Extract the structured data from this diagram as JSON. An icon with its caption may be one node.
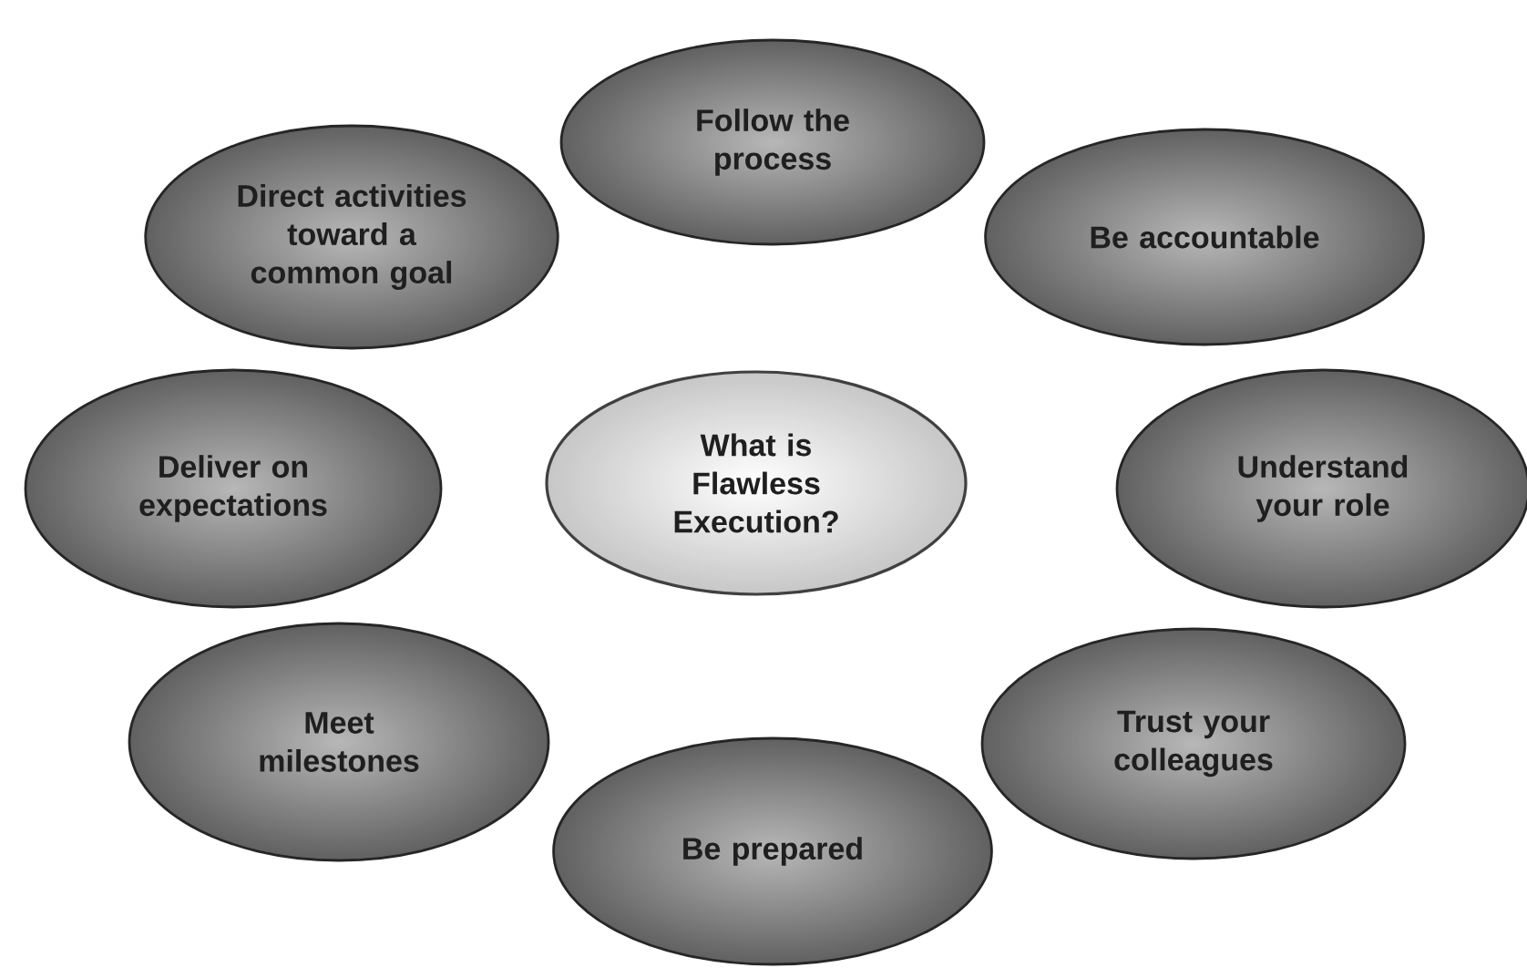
{
  "diagram": {
    "nodes": [
      {
        "text": [
          "What is Flawless Execution?"
        ]
      },
      {
        "text": [
          "Follow the process"
        ]
      },
      {
        "text": [
          "Be accountable"
        ]
      },
      {
        "text": [
          "Understand your role"
        ]
      },
      {
        "text": [
          "Trust your colleagues"
        ]
      },
      {
        "text": [
          "Be prepared"
        ]
      },
      {
        "text": [
          "Meet milestones"
        ]
      },
      {
        "text": [
          "Deliver on expectations"
        ]
      },
      {
        "text": [
          "Direct activities toward a common goal"
        ]
      }
    ]
  }
}
